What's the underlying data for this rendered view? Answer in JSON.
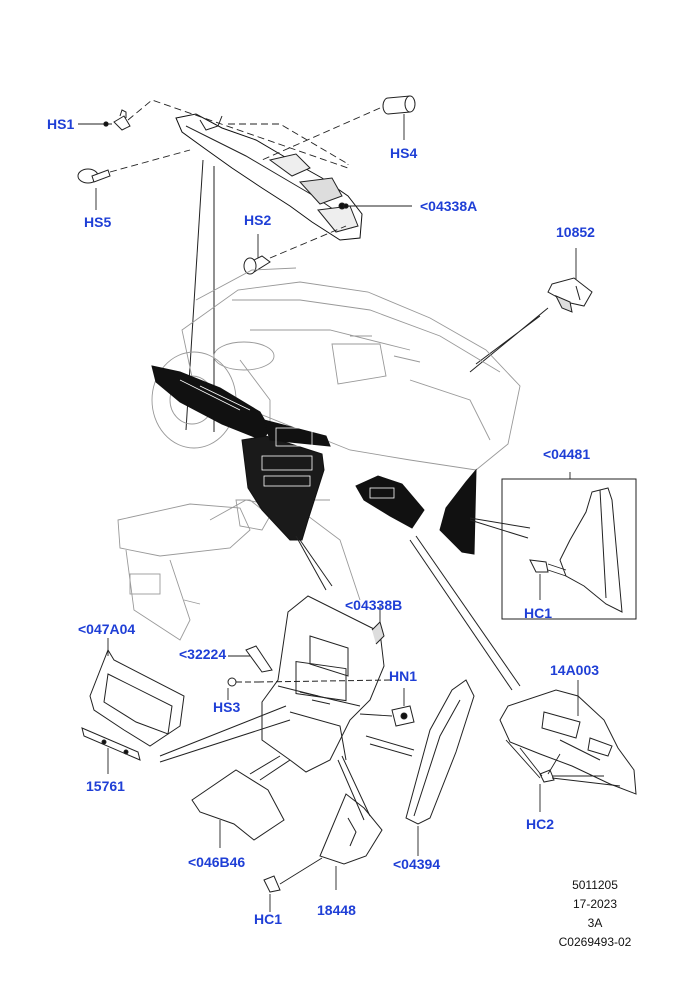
{
  "accent_color": "#1f3fd6",
  "callouts": {
    "hs1": "HS1",
    "hs4": "HS4",
    "hs5": "HS5",
    "hs2": "HS2",
    "c04338a": "<04338A",
    "c10852": "10852",
    "c04481": "<04481",
    "hc1_box": "HC1",
    "c04338b": "<04338B",
    "c047a04": "<047A04",
    "c32224": "<32224",
    "hn1": "HN1",
    "hs3": "HS3",
    "c14a003": "14A003",
    "c15761": "15761",
    "hc2": "HC2",
    "c046b46": "<046B46",
    "c04394": "<04394",
    "hc1_bottom": "HC1",
    "c18448": "18448"
  },
  "reference": {
    "line1": "5011205",
    "line2": "17-2023",
    "line3": "3A",
    "line4": "C0269493-02"
  },
  "icons": [
    "screw-icon",
    "bolt-icon",
    "clip-icon",
    "nut-icon",
    "bracket-icon"
  ]
}
